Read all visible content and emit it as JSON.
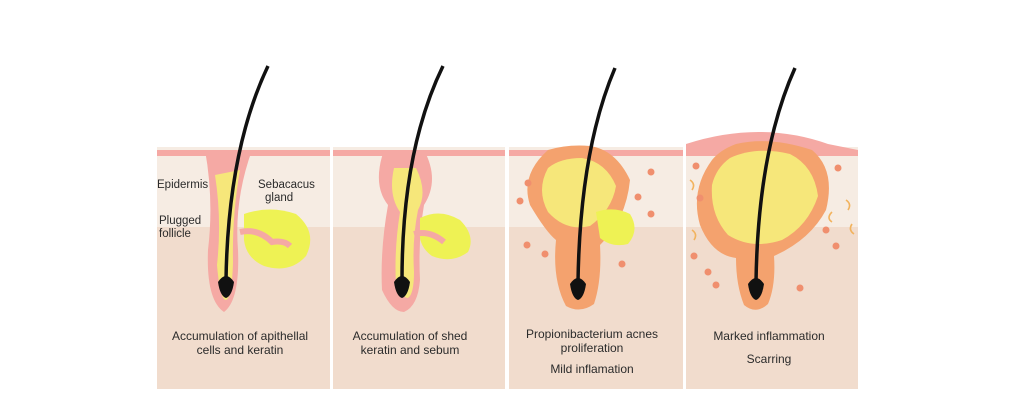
{
  "panels": [
    {
      "caption_lines": [
        "Accumulation of apithellal",
        "cells and keratin"
      ],
      "note": ""
    },
    {
      "caption_lines": [
        "Accumulation of shed",
        "keratin and sebum"
      ],
      "note": ""
    },
    {
      "caption_lines": [
        "Propionibacterium acnes",
        "proliferation"
      ],
      "note": "Mild inflamation"
    },
    {
      "caption_lines": [
        "Marked inflammation"
      ],
      "note": "Scarring"
    }
  ],
  "labels": {
    "epidermis": "Epidermis",
    "sebaceous_line1": "Sebacacus",
    "sebaceous_line2": "gland",
    "plugged_line1": "Plugged",
    "plugged_line2": "follicle"
  },
  "colors": {
    "skin_upper": "#f6ece3",
    "skin_lower": "#f1dccd",
    "follicle_pink": "#f5a9a4",
    "follicle_orange": "#f4a26e",
    "sebum_yellow": "#f6e77a",
    "gland_yellow": "#eef254",
    "hair": "#111111",
    "bacteria": "#f08f6e",
    "keratin_strand": "#9bbf72"
  }
}
